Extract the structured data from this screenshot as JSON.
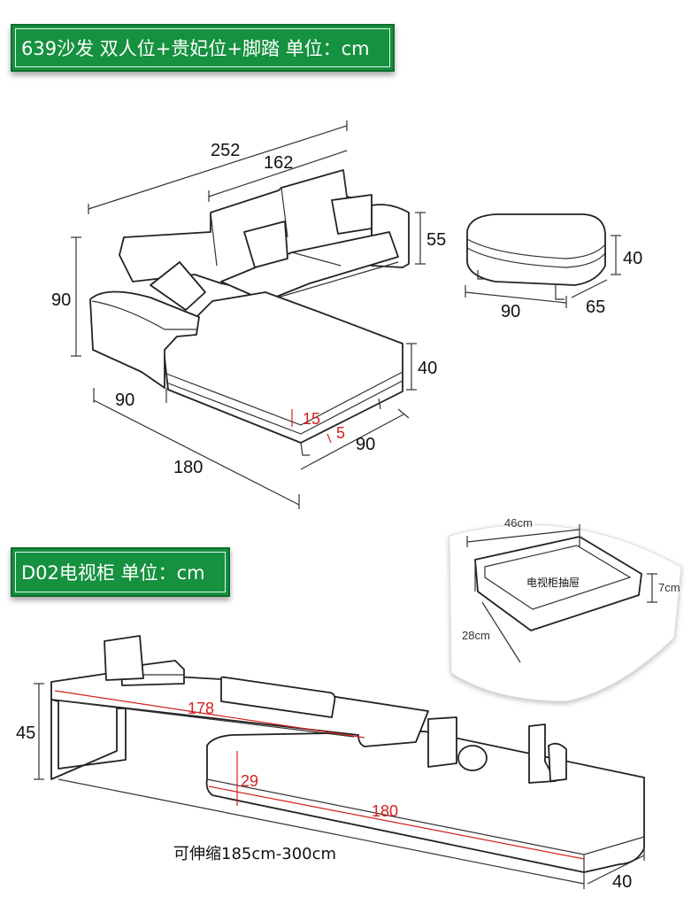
{
  "sofa_section": {
    "title": "639沙发 双人位+贵妃位+脚踏 单位：cm",
    "dims": {
      "total_length": "252",
      "back_length": "162",
      "height": "90",
      "back_height": "55",
      "seat_height": "40",
      "chaise_width": "90",
      "chaise_length": "180",
      "depth": "90",
      "cushion_red_1": "15",
      "cushion_red_2": "5"
    },
    "ottoman": {
      "height": "40",
      "width": "90",
      "depth": "65"
    }
  },
  "tv_section": {
    "title": "D02电视柜 单位：cm",
    "drawer": {
      "width": "46cm",
      "depth": "28cm",
      "height": "7cm",
      "label": "电视柜抽屉"
    },
    "dims": {
      "height": "45",
      "top_length": "178",
      "lower_height": "29",
      "lower_length": "180",
      "depth": "40",
      "extend_note": "可伸缩185cm-300cm"
    }
  },
  "colors": {
    "banner_green": "#15913f",
    "dimension_red": "#d42020"
  }
}
